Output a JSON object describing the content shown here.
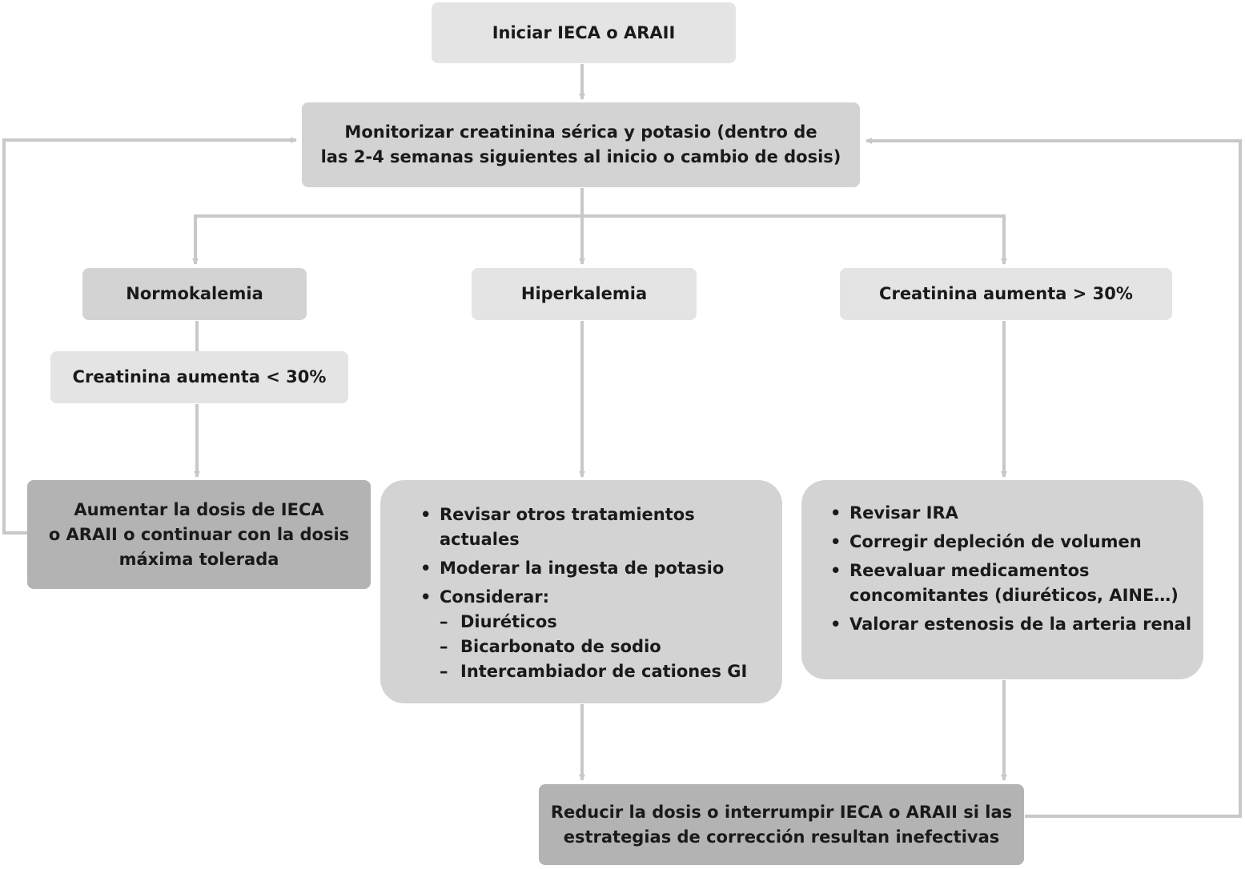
{
  "flowchart": {
    "start": "Iniciar IECA o ARAII",
    "monitor": {
      "line1": "Monitorizar creatinina sérica y potasio (dentro de",
      "line2": "las 2-4 semanas siguientes al inicio o cambio de dosis)"
    },
    "branches": {
      "normokalemia": "Normokalemia",
      "hyperkalemia": "Hiperkalemia",
      "creatinine_up_gt30": "Creatinina aumenta > 30%"
    },
    "creatinine_up_lt30": "Creatinina aumenta < 30%",
    "increase_dose": {
      "line1": "Aumentar la dosis de IECA",
      "line2": "o ARAII o continuar con la dosis",
      "line3": "máxima tolerada"
    },
    "hyperkalemia_actions": {
      "item1_line1": "Revisar otros tratamientos",
      "item1_line2": "actuales",
      "item2": "Moderar la ingesta de potasio",
      "item3": "Considerar:",
      "sub_items": [
        "Diuréticos",
        "Bicarbonato de sodio",
        "Intercambiador de cationes GI"
      ]
    },
    "creatinine_actions": {
      "item1": "Revisar IRA",
      "item2": "Corregir depleción de volumen",
      "item3_line1": "Reevaluar medicamentos",
      "item3_line2": "concomitantes (diuréticos, AINE…)",
      "item4": "Valorar estenosis de la arteria renal"
    },
    "reduce_dose": {
      "line1": "Reducir la dosis o interrumpir IECA o ARAII si las",
      "line2": "estrategias de corrección resultan inefectivas"
    }
  },
  "colors": {
    "connector": "#c8c8c8",
    "light_box": "#e4e4e4",
    "mid_box": "#d3d3d3",
    "dark_box": "#b3b3b3"
  }
}
